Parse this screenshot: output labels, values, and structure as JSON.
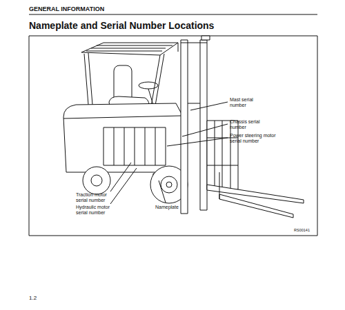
{
  "diagram": {
    "title": "Nameplate and Serial Number Locations",
    "labels": [
      "GENERAL INFORMATION",
      "Mast serial number",
      "Chassis serial number",
      "Power steering motor serial number",
      "Traction motor serial number",
      "Hydraulic motor serial number",
      "Nameplate",
      "RS00141",
      "1.2"
    ]
  }
}
